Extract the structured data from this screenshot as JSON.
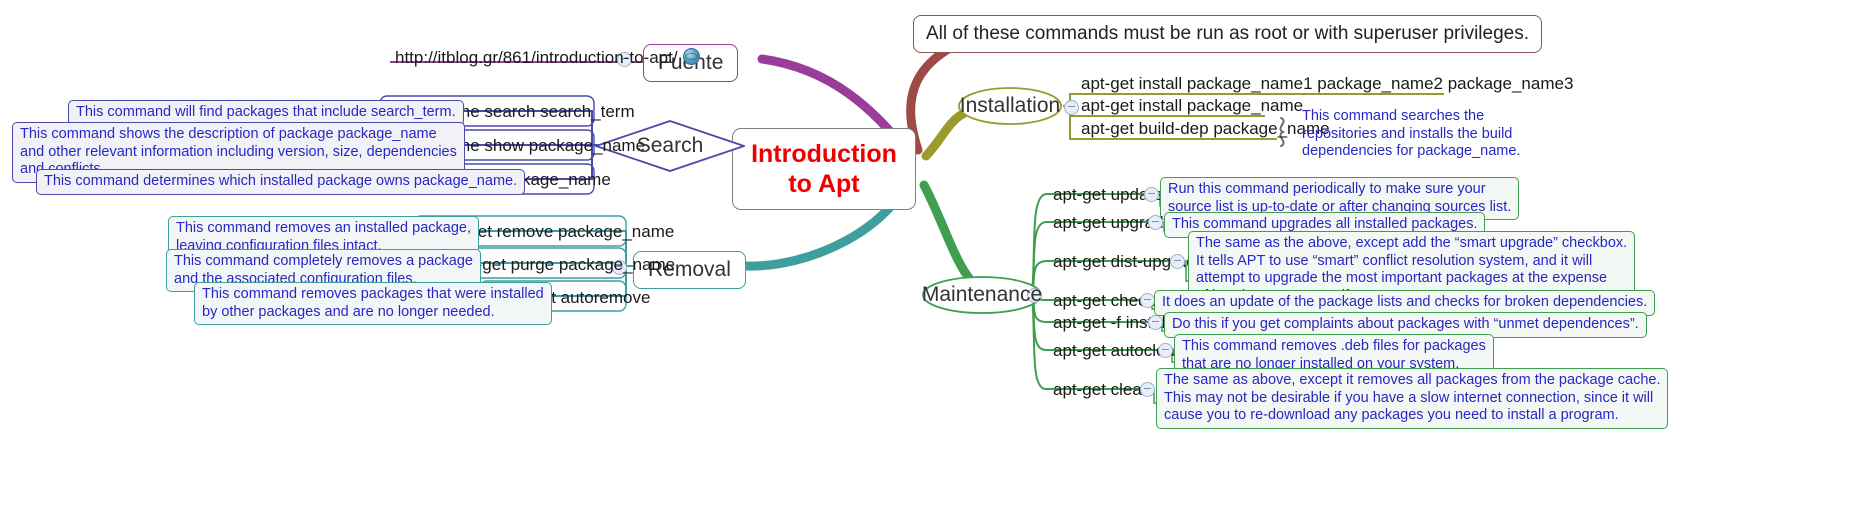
{
  "root": {
    "line1": "Introduction",
    "line2": "to Apt",
    "color": "#ee0000"
  },
  "banner": {
    "text": "All of these commands must be run as root or with superuser privileges.",
    "color": "#8d5454"
  },
  "branches": {
    "fuente": {
      "label": "Fuente",
      "color": "#9a3d9a",
      "children": [
        {
          "label": "http://itblog.gr/861/introduction-to-apt/",
          "icon": "globe-icon"
        }
      ]
    },
    "search": {
      "label": "Search",
      "color": "#4a4aa8",
      "children": [
        {
          "label": "apt-cache search search_term",
          "note": "This command will find packages that include search_term."
        },
        {
          "label": "apt-cache show package_name",
          "note": "This command shows the description of package package_name\nand other relevant information including version, size, dependencies\nand conflicts."
        },
        {
          "label": "dlocate package_name",
          "note": "This command determines which installed package owns package_name."
        }
      ]
    },
    "removal": {
      "label": "Removal",
      "color": "#3f9e9e",
      "children": [
        {
          "label": "apt-get remove package_name",
          "note": "This command removes an installed package,\nleaving configuration files intact."
        },
        {
          "label": "apt-get purge package_name",
          "note": "This command completely removes a package\nand the associated configuration files."
        },
        {
          "label": "apt-get autoremove",
          "note": "This command removes packages that were installed\nby other packages and are no longer needed."
        }
      ]
    },
    "installation": {
      "label": "Installation",
      "color": "#9a9a2e",
      "children": [
        {
          "label": "apt-get install package_name1 package_name2 package_name3",
          "note": ""
        },
        {
          "label": "apt-get install package_name",
          "note": ""
        },
        {
          "label": "apt-get build-dep package_name",
          "note": "This command searches the\nrepositories and installs the build\ndependencies for package_name."
        }
      ]
    },
    "maintenance": {
      "label": "Maintenance",
      "color": "#3f9e4f",
      "children": [
        {
          "label": "apt-get update",
          "note": "Run this command periodically to make sure your\nsource list is up-to-date or after changing sources list."
        },
        {
          "label": "apt-get upgrade",
          "note": "This command upgrades all installed packages."
        },
        {
          "label": "apt-get dist-upgrade",
          "note": "The same as the above, except add the “smart upgrade” checkbox.\nIt tells APT to use “smart” conflict resolution system, and it will\nattempt to upgrade the most important packages at the expense\nof less important ones if necessary."
        },
        {
          "label": "apt-get check",
          "note": "It does an update of the package lists and checks for broken dependencies."
        },
        {
          "label": "apt-get -f install",
          "note": "Do this if you get complaints about packages with “unmet dependences”."
        },
        {
          "label": "apt-get autoclean",
          "note": "This command removes .deb files for packages\nthat are no longer installed on your system."
        },
        {
          "label": "apt-get clean",
          "note": "The same as above, except it removes all packages from the package cache.\nThis may not be desirable if you have a slow internet connection, since it will\ncause you to re-download any packages you need to install a program."
        }
      ]
    }
  }
}
